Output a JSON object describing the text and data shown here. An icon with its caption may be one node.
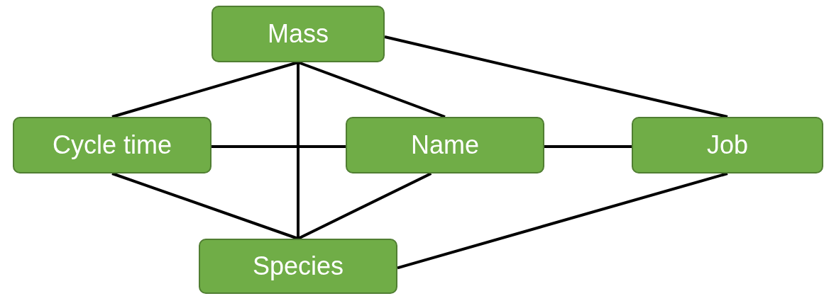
{
  "diagram": {
    "nodes": [
      {
        "text": [
          "Mass"
        ]
      },
      {
        "text": [
          "Cycle time"
        ]
      },
      {
        "text": [
          "Name"
        ]
      },
      {
        "text": [
          "Job"
        ]
      },
      {
        "text": [
          "Species"
        ]
      }
    ],
    "edges": [
      {
        "from": 0,
        "to": 3,
        "arrow": "none"
      },
      {
        "from": 0,
        "to": 1,
        "arrow": "none"
      },
      {
        "from": 0,
        "to": 2,
        "arrow": "none"
      },
      {
        "from": 0,
        "to": 4,
        "arrow": "none"
      },
      {
        "from": 1,
        "to": 2,
        "arrow": "none"
      },
      {
        "from": 2,
        "to": 3,
        "arrow": "none"
      },
      {
        "from": 1,
        "to": 4,
        "arrow": "none"
      },
      {
        "from": 2,
        "to": 4,
        "arrow": "none"
      },
      {
        "from": 3,
        "to": 4,
        "arrow": "none"
      }
    ]
  }
}
